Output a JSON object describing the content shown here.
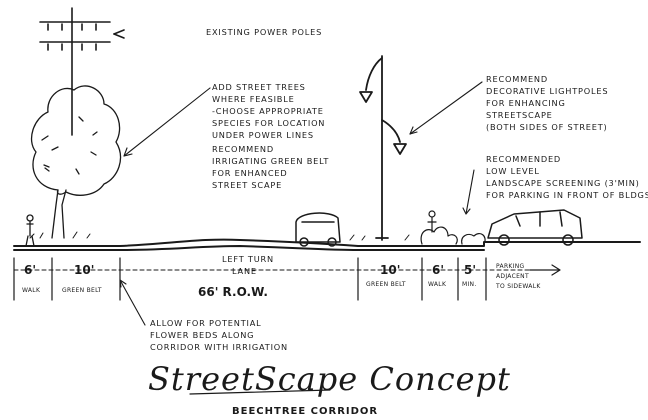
{
  "notes": {
    "power_poles": "EXISTING POWER POLES",
    "trees": [
      "ADD STREET TREES",
      "WHERE FEASIBLE",
      "-CHOOSE APPROPRIATE",
      "SPECIES FOR LOCATION",
      "UNDER POWER LINES"
    ],
    "green_belt": [
      "RECOMMEND",
      "IRRIGATING GREEN BELT",
      "FOR ENHANCED",
      "STREET SCAPE"
    ],
    "lightpoles": [
      "RECOMMEND",
      "DECORATIVE LIGHTPOLES",
      "FOR ENHANCING",
      "STREETSCAPE",
      "(BOTH SIDES OF STREET)"
    ],
    "screening": [
      "RECOMMENDED",
      "LOW LEVEL",
      "LANDSCAPE SCREENING (3'MIN)",
      "FOR PARKING IN FRONT OF BLDGS"
    ],
    "flower_beds": [
      "ALLOW FOR POTENTIAL",
      "FLOWER BEDS ALONG",
      "CORRIDOR WITH IRRIGATION"
    ]
  },
  "dimensions": {
    "walk_left": "6'",
    "walk_left_label": "WALK",
    "green_left": "10'",
    "green_left_label": "GREEN BELT",
    "lane": [
      "LEFT TURN",
      "LANE"
    ],
    "row": "66' R.O.W.",
    "green_right": "10'",
    "green_right_label": "GREEN BELT",
    "walk_right": "6'",
    "walk_right_label": "WALK",
    "min": "5'",
    "min_label": "MIN.",
    "parking": [
      "PARKING",
      "ADJACENT",
      "TO SIDEWALK"
    ]
  },
  "title": "StreetScape Concept",
  "subtitle": "BEECHTREE CORRIDOR"
}
